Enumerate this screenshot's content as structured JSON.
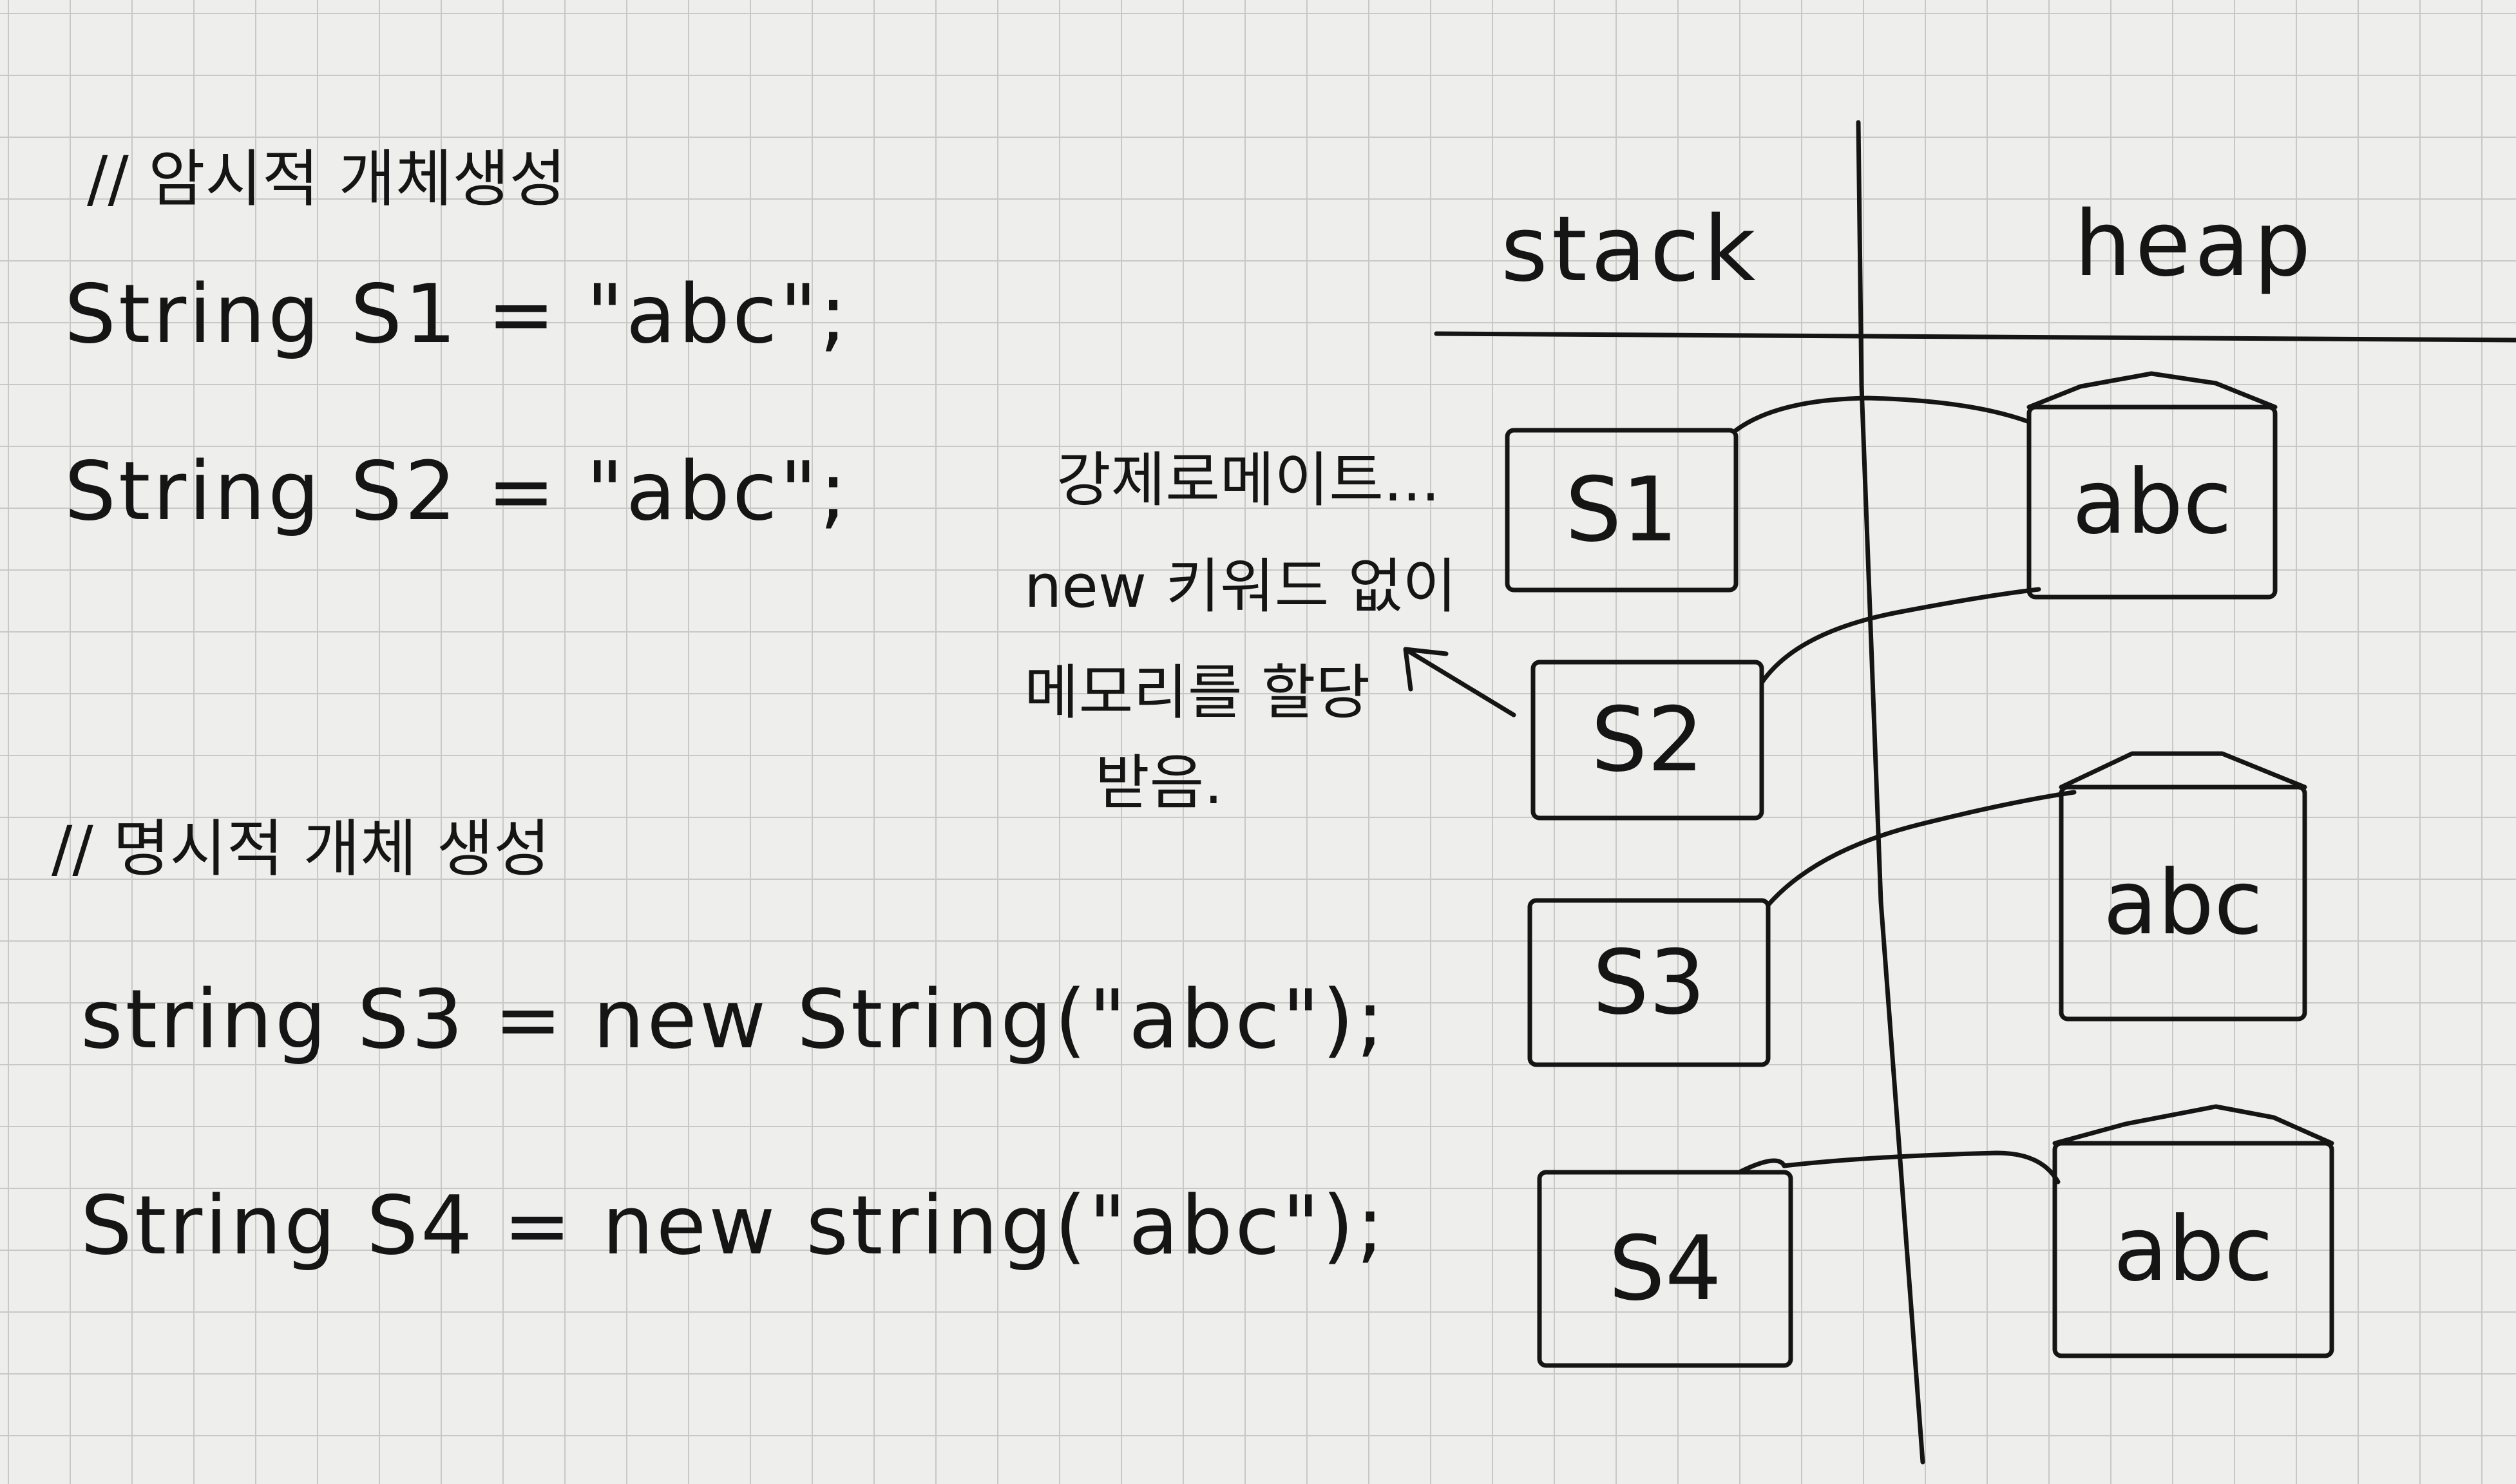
{
  "code_notes": {
    "implicit_comment": "// 암시적 개체생성",
    "line1": "String S1 = \"abc\";",
    "line2": "String S2 = \"abc\";",
    "explicit_comment": "// 명시적 개체 생성",
    "line3": "string S3 = new String(\"abc\");",
    "line4": "String S4 = new string(\"abc\");"
  },
  "annotation": {
    "line1": "강제로메이트...",
    "line2": "new 키워드 없이",
    "line3": "메모리를 할당",
    "line4": "받음."
  },
  "memory_diagram": {
    "stack_label": "stack",
    "heap_label": "heap",
    "stack_boxes": [
      "S1",
      "S2",
      "S3",
      "S4"
    ],
    "heap_boxes": [
      "abc",
      "abc",
      "abc"
    ]
  }
}
